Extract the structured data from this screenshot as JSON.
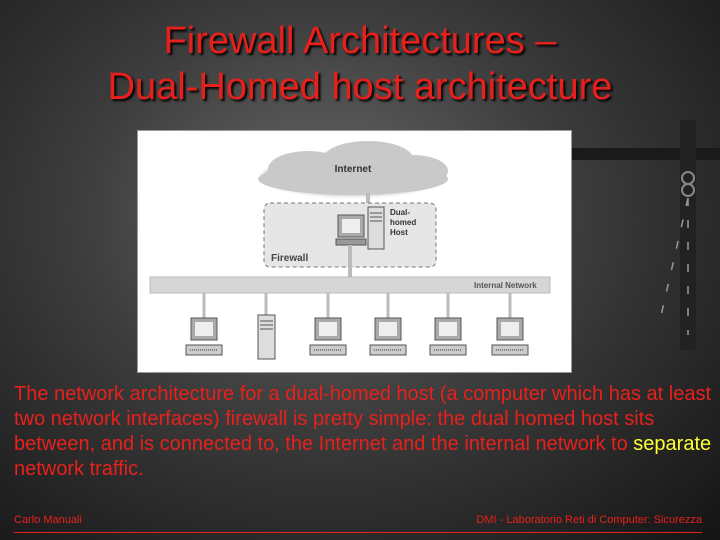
{
  "title": {
    "line1": "Firewall Architectures –",
    "line2": "Dual-Homed host architecture"
  },
  "diagram": {
    "internet_label": "Internet",
    "dual_homed_label_1": "Dual-",
    "dual_homed_label_2": "homed",
    "dual_homed_label_3": "Host",
    "firewall_label": "Firewall",
    "internal_network_label": "Internal Network"
  },
  "body": {
    "text_before": "The network architecture for a dual-homed host  (a computer which has at least two network interfaces) firewall is pretty simple: the dual homed host sits between, and is connected to, the Internet and the internal network to ",
    "highlight": "separate",
    "text_after": " network traffic."
  },
  "footer": {
    "author": "Carlo Manuali",
    "course": "DMI - Laboratorio Reti di Computer: Sicurezza"
  },
  "colors": {
    "accent": "#e8201c",
    "highlight": "#ffff33"
  }
}
